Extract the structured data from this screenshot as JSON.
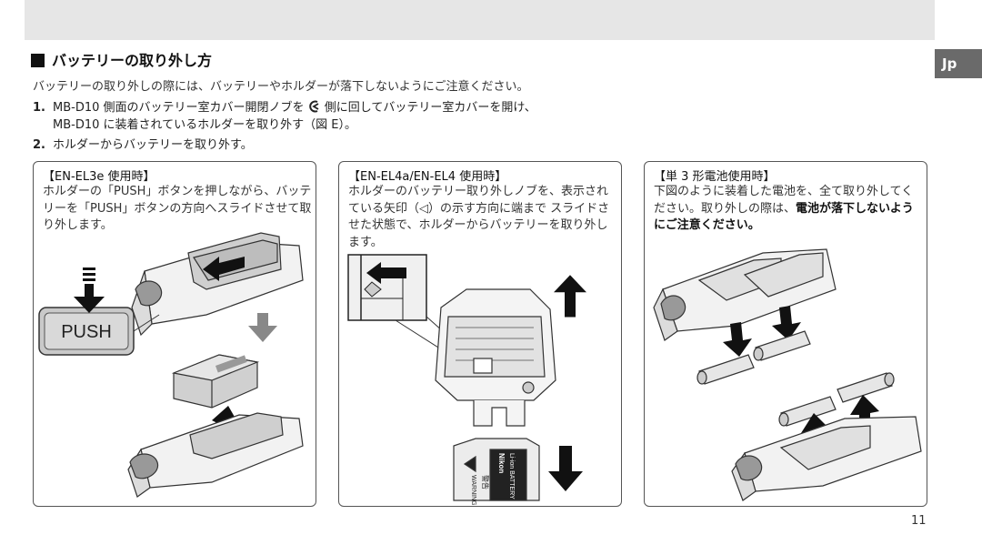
{
  "language_tab": "Jp",
  "heading": "バッテリーの取り外し方",
  "intro": "バッテリーの取り外しの際には、バッテリーやホルダーが落下しないようにご注意ください。",
  "steps": [
    {
      "num": "1.",
      "line1": "MB-D10 側面のバッテリー室カバー開閉ノブを ",
      "line1b": " 側に回してバッテリー室カバーを開け、",
      "line2": "MB-D10 に装着されているホルダーを取り外す（図 E）。"
    },
    {
      "num": "2.",
      "line1": "ホルダーからバッテリーを取り外す。"
    }
  ],
  "panels": [
    {
      "title": "【EN-EL3e 使用時】",
      "text": "ホルダーの「PUSH」ボタンを押しながら、バッテリーを「PUSH」ボタンの方向へスライドさせて取り外します。",
      "push_label": "PUSH"
    },
    {
      "title": "【EN-EL4a/EN-EL4 使用時】",
      "text": "ホルダーのバッテリー取り外しノブを、表示されている矢印（◁）の示す方向に端まで スライドさせた状態で、ホルダーからバッテリーを取り外します。",
      "battery_brand": "Nikon",
      "battery_label": "Li-ion BATTERY",
      "warning_jp": "警告",
      "warning_en": "WARNING"
    },
    {
      "title": "【単 3 形電池使用時】",
      "text_normal": "下図のように装着した電池を、全て取り外してください。取り外しの際は、",
      "text_bold": "電池が落下しないようにご注意ください。"
    }
  ],
  "page_number": "11"
}
